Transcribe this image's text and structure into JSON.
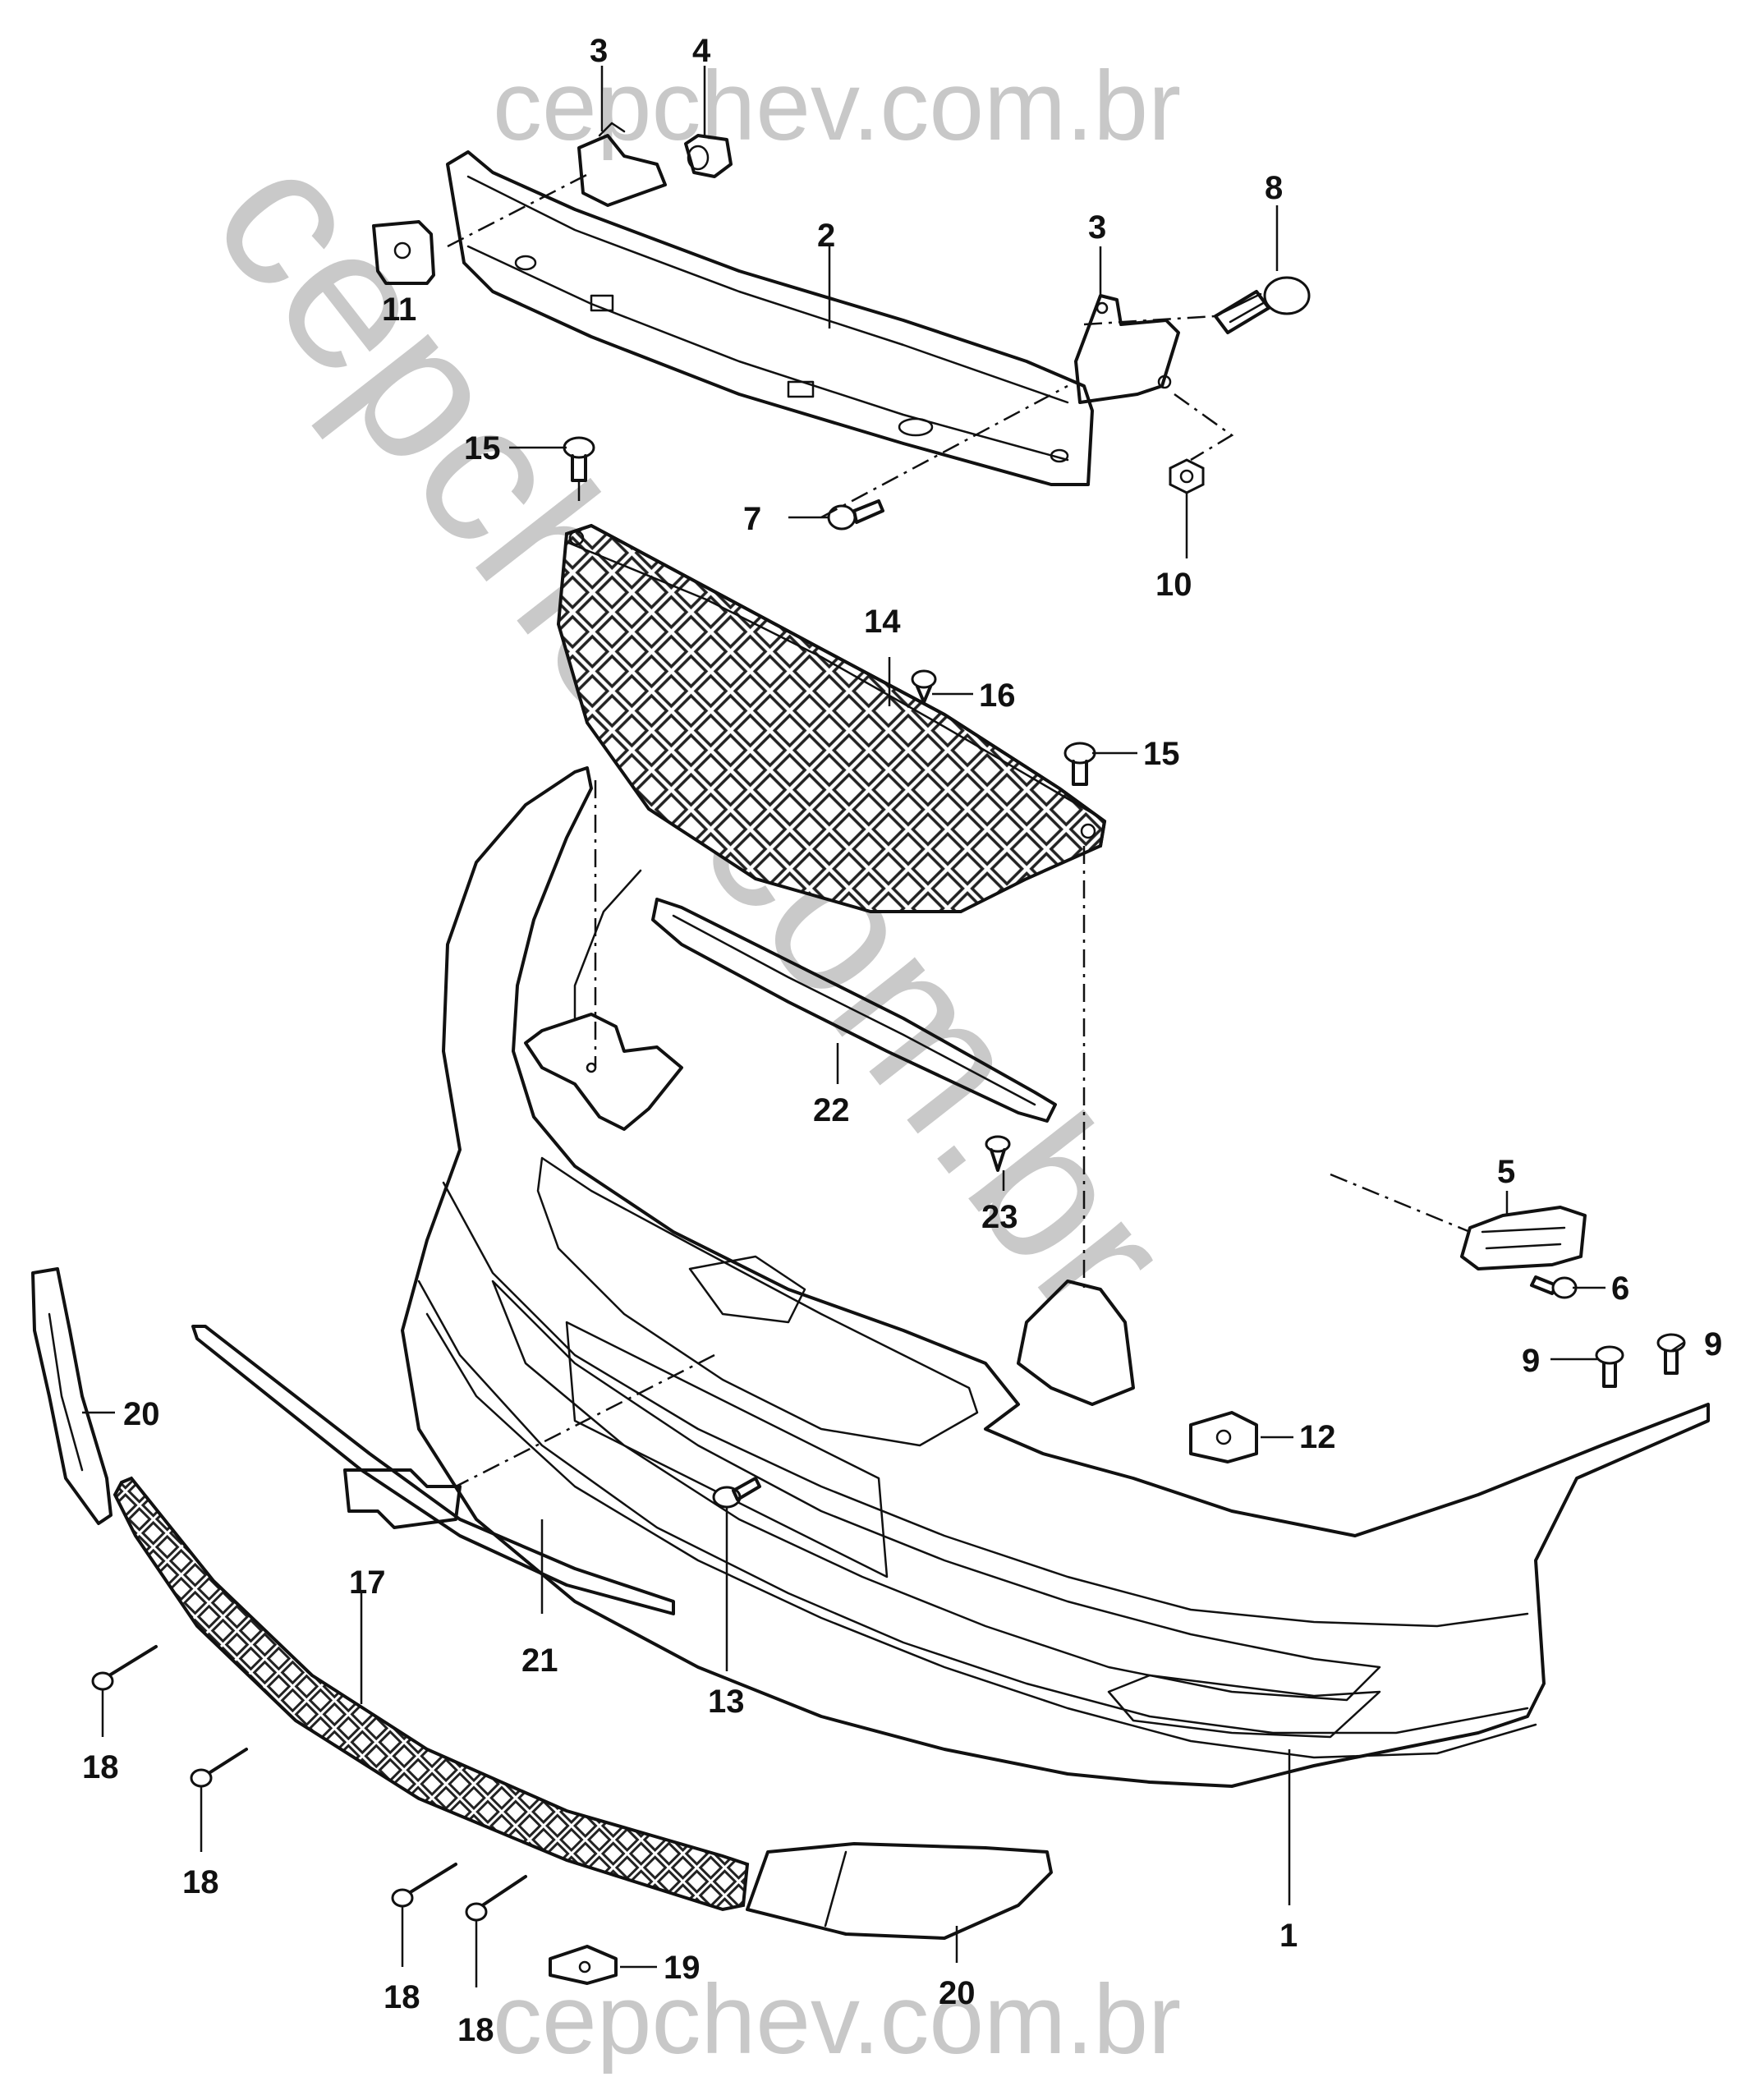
{
  "watermark": {
    "top": "cepchev.com.br",
    "diagonal": "cepchev.com.br",
    "bottom": "cepchev.com.br"
  },
  "labels": {
    "p1": "1",
    "p2": "2",
    "p3a": "3",
    "p3b": "3",
    "p4": "4",
    "p5": "5",
    "p6": "6",
    "p7": "7",
    "p8": "8",
    "p9a": "9",
    "p9b": "9",
    "p10": "10",
    "p11": "11",
    "p12": "12",
    "p13": "13",
    "p14": "14",
    "p15a": "15",
    "p15b": "15",
    "p16": "16",
    "p17": "17",
    "p18a": "18",
    "p18b": "18",
    "p18c": "18",
    "p18d": "18",
    "p19": "19",
    "p20a": "20",
    "p20b": "20",
    "p21": "21",
    "p22": "22",
    "p23": "23"
  },
  "colors": {
    "line": "#111111",
    "watermark": "#c8c8c8",
    "background": "#ffffff"
  }
}
